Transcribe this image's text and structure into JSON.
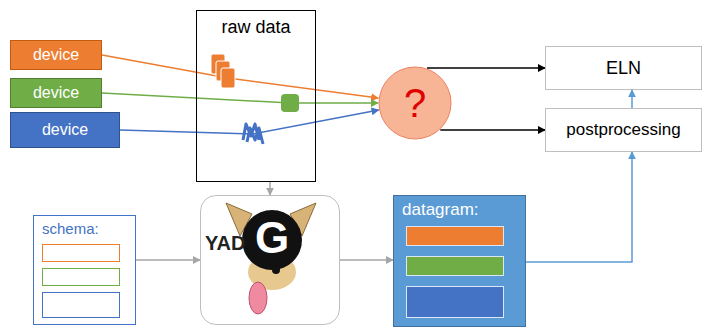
{
  "diagram": {
    "nodes": [
      {
        "text": [
          "device"
        ]
      },
      {
        "text": [
          "device"
        ]
      },
      {
        "text": [
          "device"
        ]
      },
      {
        "text": [
          "raw data"
        ]
      },
      {
        "text": [
          "?"
        ]
      },
      {
        "text": [
          "ELN"
        ]
      },
      {
        "text": [
          "postprocessing"
        ]
      },
      {
        "text": [
          "schema:"
        ]
      },
      {
        "text": [
          "YAD",
          "G"
        ]
      },
      {
        "text": [
          "datagram:"
        ]
      }
    ],
    "edges": [
      {
        "from": 0,
        "to": 4,
        "arrow": "to"
      },
      {
        "from": 1,
        "to": 4,
        "arrow": "to"
      },
      {
        "from": 2,
        "to": 4,
        "arrow": "to"
      },
      {
        "from": 4,
        "to": 5,
        "arrow": "to"
      },
      {
        "from": 4,
        "to": 6,
        "arrow": "to"
      },
      {
        "from": 3,
        "to": 8,
        "arrow": "to"
      },
      {
        "from": 7,
        "to": 8,
        "arrow": "to"
      },
      {
        "from": 8,
        "to": 9,
        "arrow": "to"
      },
      {
        "from": 9,
        "to": 6,
        "arrow": "to"
      },
      {
        "from": 6,
        "to": 5,
        "arrow": "to"
      }
    ]
  }
}
